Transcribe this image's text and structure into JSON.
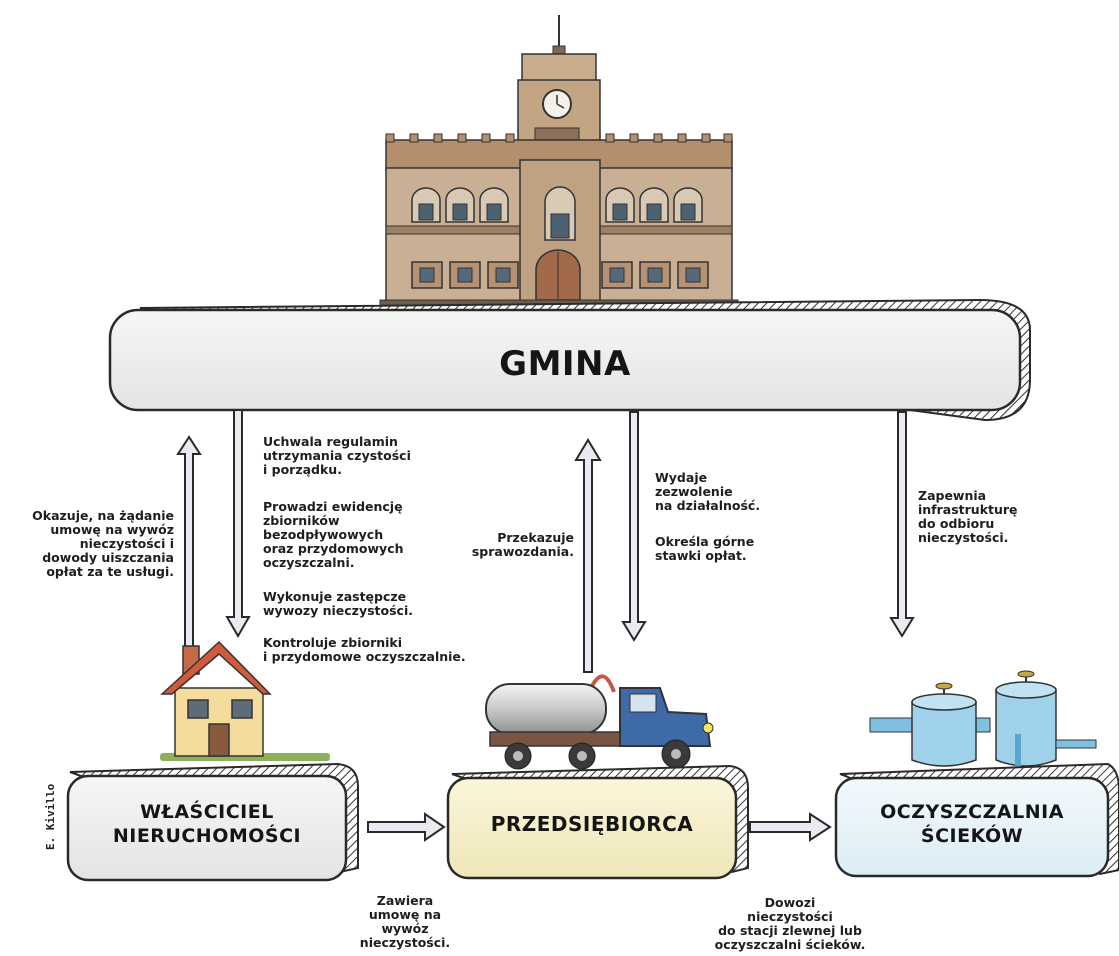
{
  "gmina": {
    "label": "GMINA"
  },
  "owner": {
    "label": "WŁAŚCICIEL\nNIERUCHOMOŚCI"
  },
  "contractor": {
    "label": "PRZEDSIĘBIORCA"
  },
  "plant": {
    "label": "OCZYSZCZALNIA\nŚCIEKÓW"
  },
  "notes": {
    "owner_to_gmina": "Okazuje, na żądanie\numowę na wywóz\nnieczystości i\ndowody uiszczania\nopłat za te usługi.",
    "gmina_to_owner_1": "Uchwala regulamin\nutrzymania czystości\ni porządku.",
    "gmina_to_owner_2": "Prowadzi ewidencję\nzbiorników\nbezodpływowych\noraz przydomowych\noczyszczalni.",
    "gmina_to_owner_3": "Wykonuje zastępcze\nwywozy nieczystości.",
    "gmina_to_owner_4": "Kontroluje zbiorniki\ni przydomowe oczyszczalnie.",
    "contractor_to_gmina": "Przekazuje\nsprawozdania.",
    "gmina_to_contractor_1": "Wydaje\nzezwolenie\nna działalność.",
    "gmina_to_contractor_2": "Określa górne\nstawki opłat.",
    "gmina_to_plant": "Zapewnia\ninfrastrukturę\ndo odbioru\nnieczystości.",
    "owner_to_contractor": "Zawiera\numowę na\nwywóz\nnieczystości.",
    "contractor_to_plant": "Dowozi\nnieczystości\ndo stacji zlewnej lub\noczyszczalni ścieków."
  },
  "credit": "E. Kivillo",
  "colors": {
    "box_fill": "#f1f1f0",
    "outline": "#2a2a2a",
    "arrow_fill": "#e6e3ee",
    "building": "#b99a7c",
    "roof": "#5a4a3c"
  }
}
